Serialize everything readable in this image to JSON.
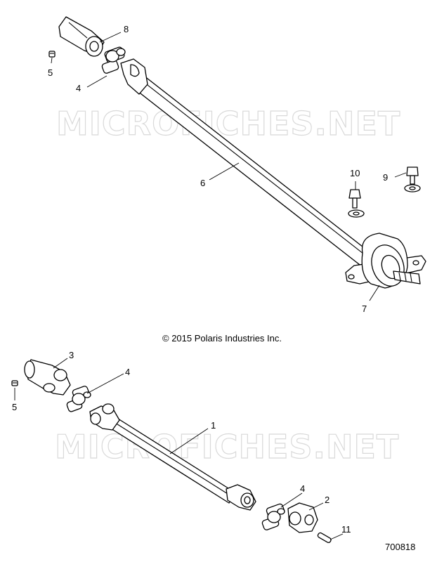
{
  "copyright": "© 2015 Polaris Industries Inc.",
  "drawing_number": "700818",
  "watermark": "MICROFICHES.NET",
  "callouts_top": [
    "8",
    "5",
    "4",
    "6",
    "10",
    "9",
    "7"
  ],
  "callouts_bottom": [
    "3",
    "4",
    "5",
    "1",
    "4",
    "2",
    "11"
  ]
}
